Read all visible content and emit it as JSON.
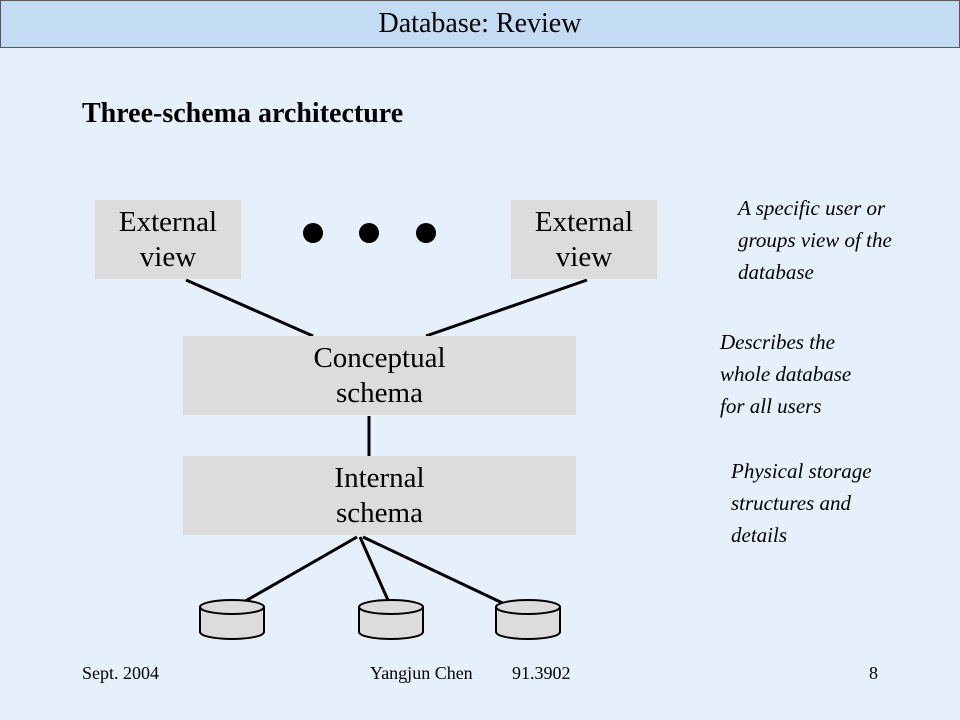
{
  "header": {
    "title": "Database: Review"
  },
  "slide": {
    "heading": "Three-schema architecture"
  },
  "diagram": {
    "external_view_left": "External\nview",
    "external_view_right": "External\nview",
    "conceptual_schema": "Conceptual\nschema",
    "internal_schema": "Internal\nschema",
    "ellipsis": "• • •"
  },
  "notes": {
    "external": "A specific user or\ngroups view of the\ndatabase",
    "conceptual": "Describes the\nwhole database\nfor all users",
    "internal": "Physical storage\nstructures and\ndetails"
  },
  "footer": {
    "date": "Sept. 2004",
    "author": "Yangjun Chen",
    "course": "91.3902",
    "page": "8"
  },
  "colors": {
    "background": "#e6f0fa",
    "title_bar": "#c3dcf4",
    "box_fill": "#dcdcdc"
  }
}
